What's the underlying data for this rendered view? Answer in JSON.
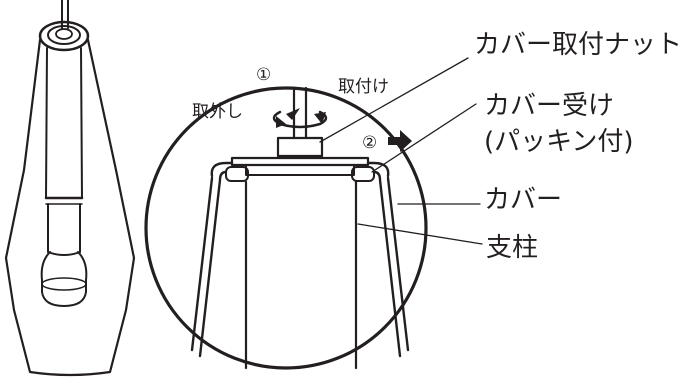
{
  "labels": {
    "cover_nut": "カバー取付ナット",
    "cover_seat_line1": "カバー受け",
    "cover_seat_line2": "(パッキン付)",
    "cover": "カバー",
    "pillar": "支柱",
    "remove": "取外し",
    "attach": "取付け",
    "step1": "①",
    "step2": "②"
  },
  "colors": {
    "line": "#231f20",
    "background": "#ffffff"
  }
}
